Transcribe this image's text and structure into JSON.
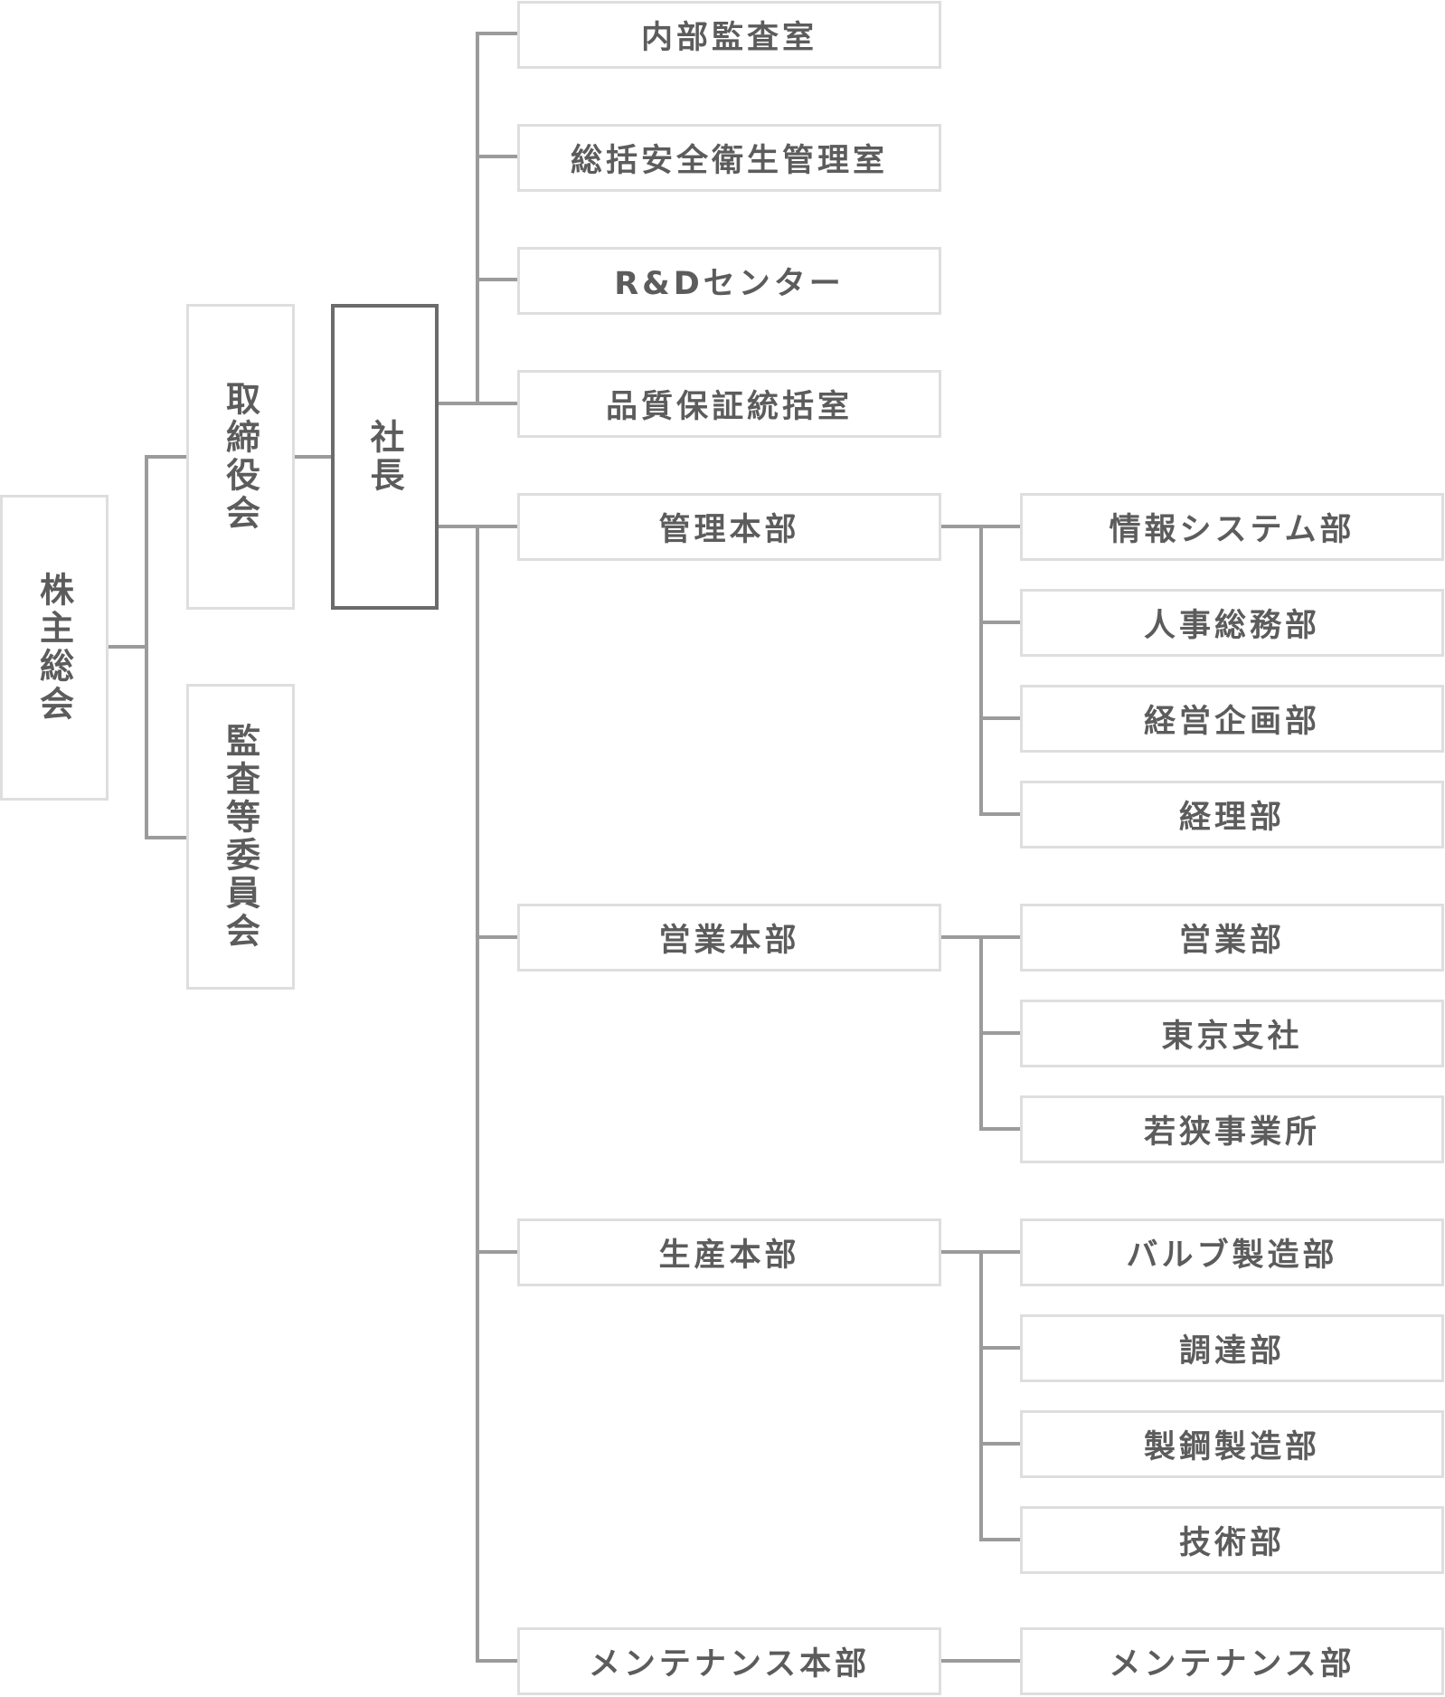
{
  "colors": {
    "line": "#9b9b9b",
    "box_border": "#dedede",
    "president_border": "#6b6b6b",
    "text": "#5c5c5c"
  },
  "nodes": {
    "shareholders": "株主総会",
    "board": "取締役会",
    "audit_committee": "監査等委員会",
    "president": "社長",
    "internal_audit": "内部監査室",
    "safety_health": "総括安全衛生管理室",
    "rd_center": "R&Dセンター",
    "quality_assurance": "品質保証統括室",
    "admin_hq": "管理本部",
    "info_systems": "情報システム部",
    "hr_general": "人事総務部",
    "corporate_planning": "経営企画部",
    "accounting": "経理部",
    "sales_hq": "営業本部",
    "sales_dept": "営業部",
    "tokyo_branch": "東京支社",
    "wakasa_office": "若狭事業所",
    "production_hq": "生産本部",
    "valve_mfg": "バルブ製造部",
    "procurement": "調達部",
    "steel_mfg": "製鋼製造部",
    "engineering": "技術部",
    "maintenance_hq": "メンテナンス本部",
    "maintenance_dept": "メンテナンス部"
  }
}
